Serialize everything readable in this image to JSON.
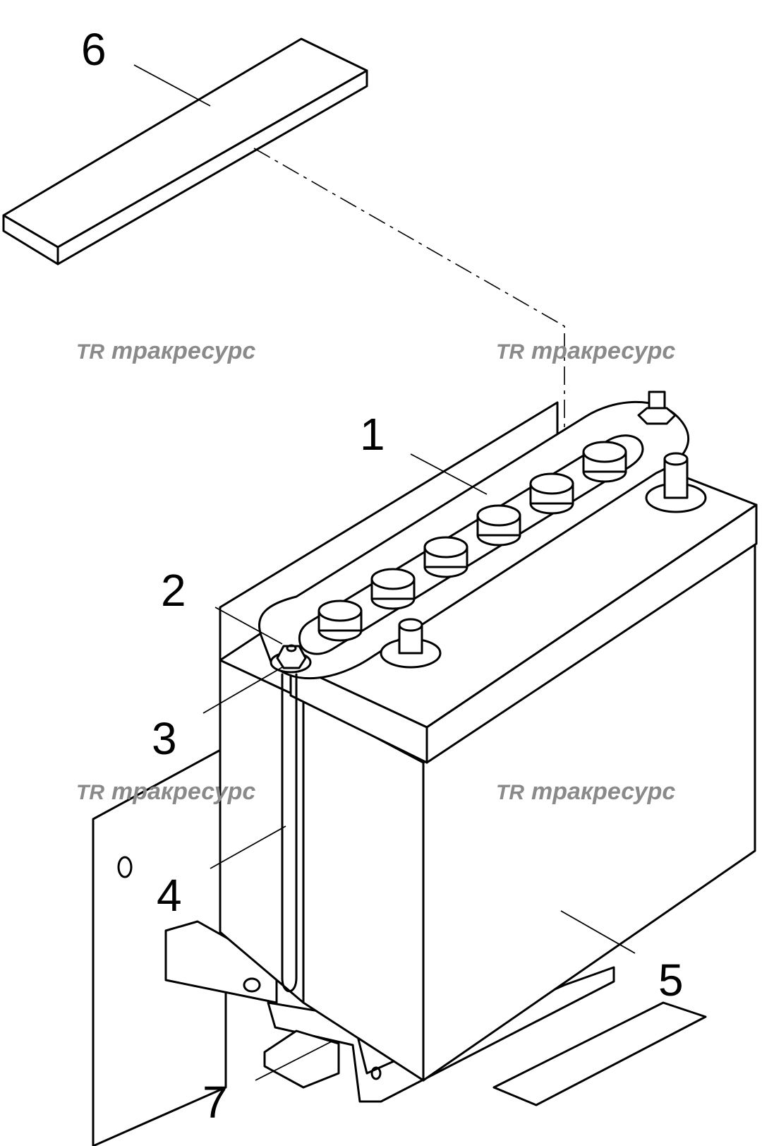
{
  "callouts": {
    "c1": "1",
    "c2": "2",
    "c3": "3",
    "c4": "4",
    "c5": "5",
    "c6": "6",
    "c7": "7"
  },
  "watermark": {
    "logo": "TR",
    "text": "тракресурс"
  },
  "colors": {
    "line": "#000000",
    "watermark": "#8a8a8a",
    "background": "#ffffff"
  }
}
